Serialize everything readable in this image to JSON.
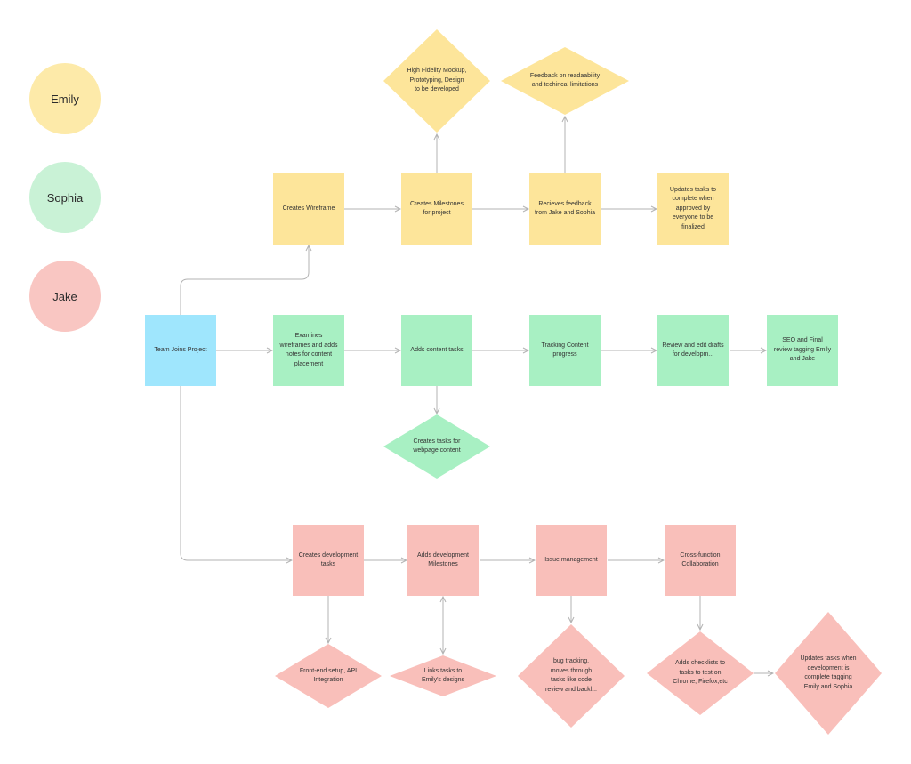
{
  "colors": {
    "yellow": "#fde59a",
    "green": "#a8f0c3",
    "red": "#f9bfba",
    "blue": "#9fe6fd",
    "avatar_yellow": "#fdeaa9",
    "avatar_green": "#c9f2d6",
    "avatar_red": "#f9c6c2",
    "connector": "#b3b3b3"
  },
  "people": [
    {
      "name": "Emily"
    },
    {
      "name": "Sophia"
    },
    {
      "name": "Jake"
    }
  ],
  "nodes": {
    "team_joins": "Team Joins Project",
    "creates_wireframe": "Creates Wireframe",
    "creates_milestones": "Creates Milestones for project",
    "high_fidelity": "High Fidelity Mockup, Prototyping, Design to be developed",
    "recieves_feedback": "Recieves feedback from Jake and Sophia",
    "feedback_readability": "Feedback on readaability and techincal limitations",
    "updates_tasks_finalized": "Updates tasks to complete when approved by everyone to be finalized",
    "examines_wireframes": "Examines wireframes and adds notes for content placement",
    "adds_content_tasks": "Adds content tasks",
    "creates_tasks_webpage": "Creates tasks for webpage content",
    "tracking_content": "Tracking Content progress",
    "review_edit": "Review and edit drafts for developm...",
    "seo_review": "SEO and Final review tagging Emily and Jake",
    "creates_dev_tasks": "Creates development tasks",
    "frontend_setup": "Front-end setup, API Integration",
    "adds_dev_milestones": "Adds development Milestones",
    "links_tasks": "Links tasks to Emily's designs",
    "issue_management": "Issue management",
    "bug_tracking": "bug tracking, moves through tasks like code review and backl...",
    "cross_function": "Cross-function Collaboration",
    "adds_checklists": "Adds checklists to tasks to test on Chrome, Firefox,etc",
    "updates_tasks_dev": "Updates tasks when development is complete tagging Emily and Sophia"
  }
}
